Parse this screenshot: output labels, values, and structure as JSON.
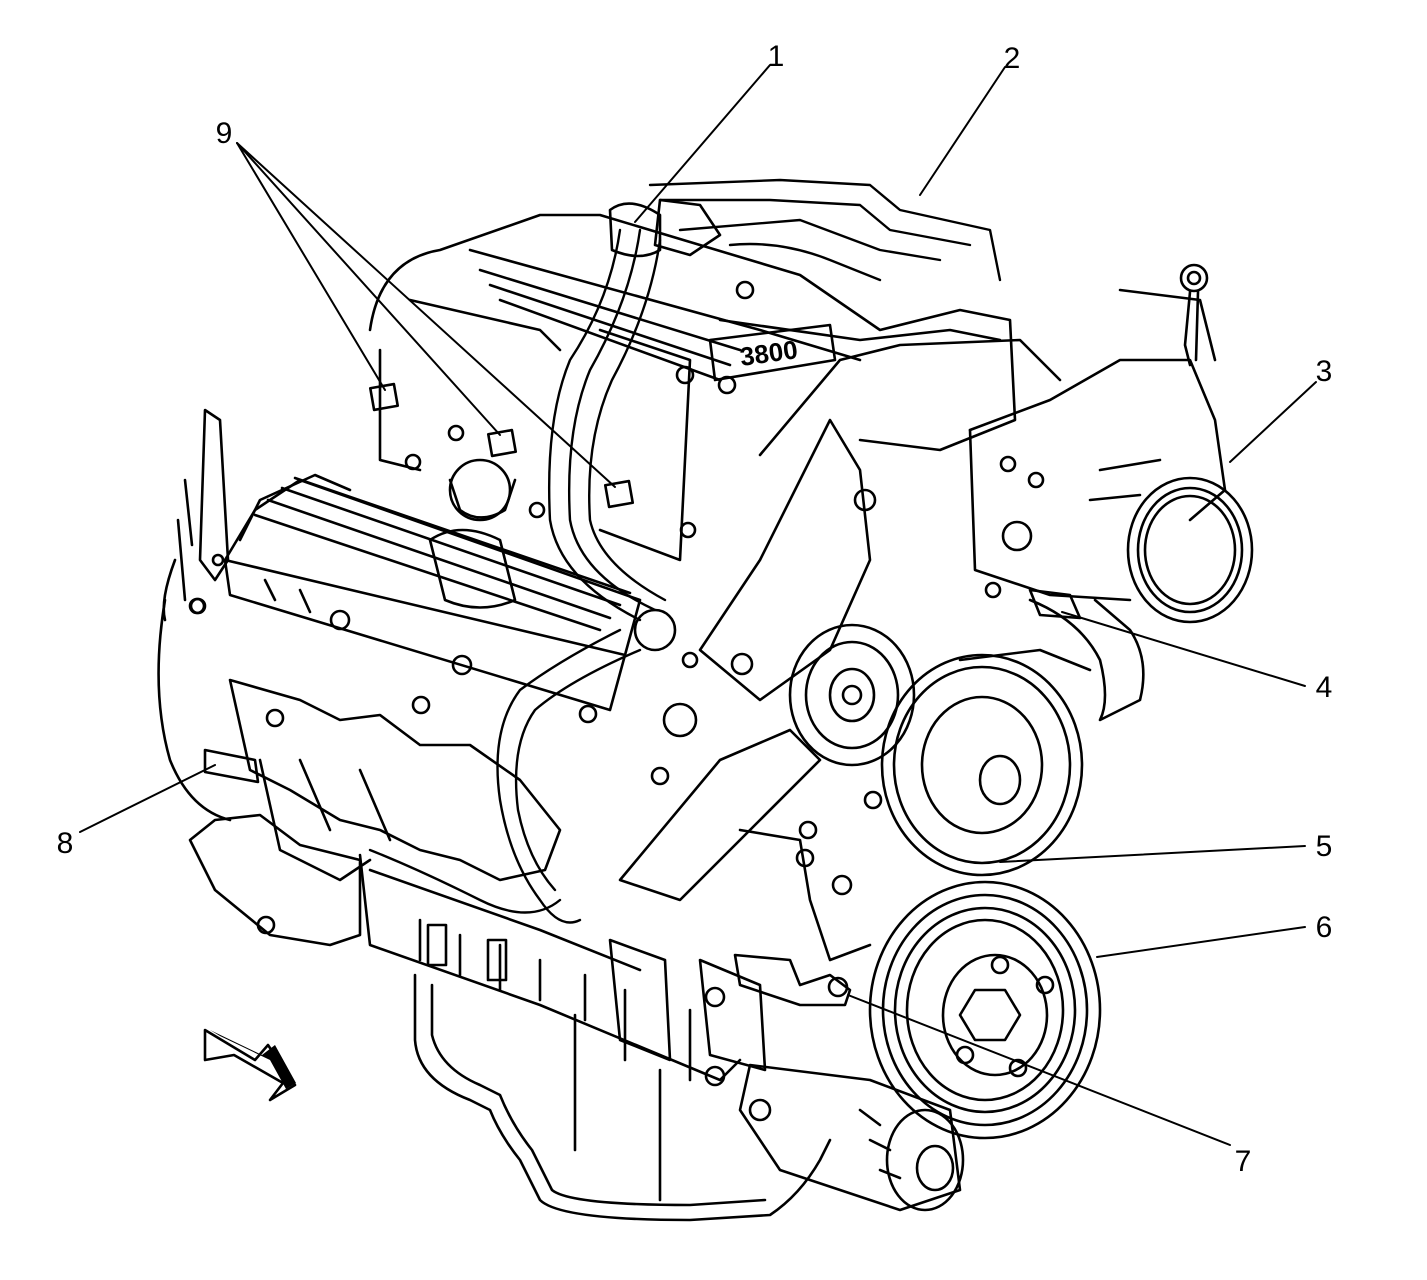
{
  "callouts": {
    "c1": "1",
    "c2": "2",
    "c3": "3",
    "c4": "4",
    "c5": "5",
    "c6": "6",
    "c7": "7",
    "c8": "8",
    "c9": "9"
  },
  "engine_badge": "3800",
  "colors": {
    "ink": "#000000",
    "paper": "#ffffff"
  }
}
